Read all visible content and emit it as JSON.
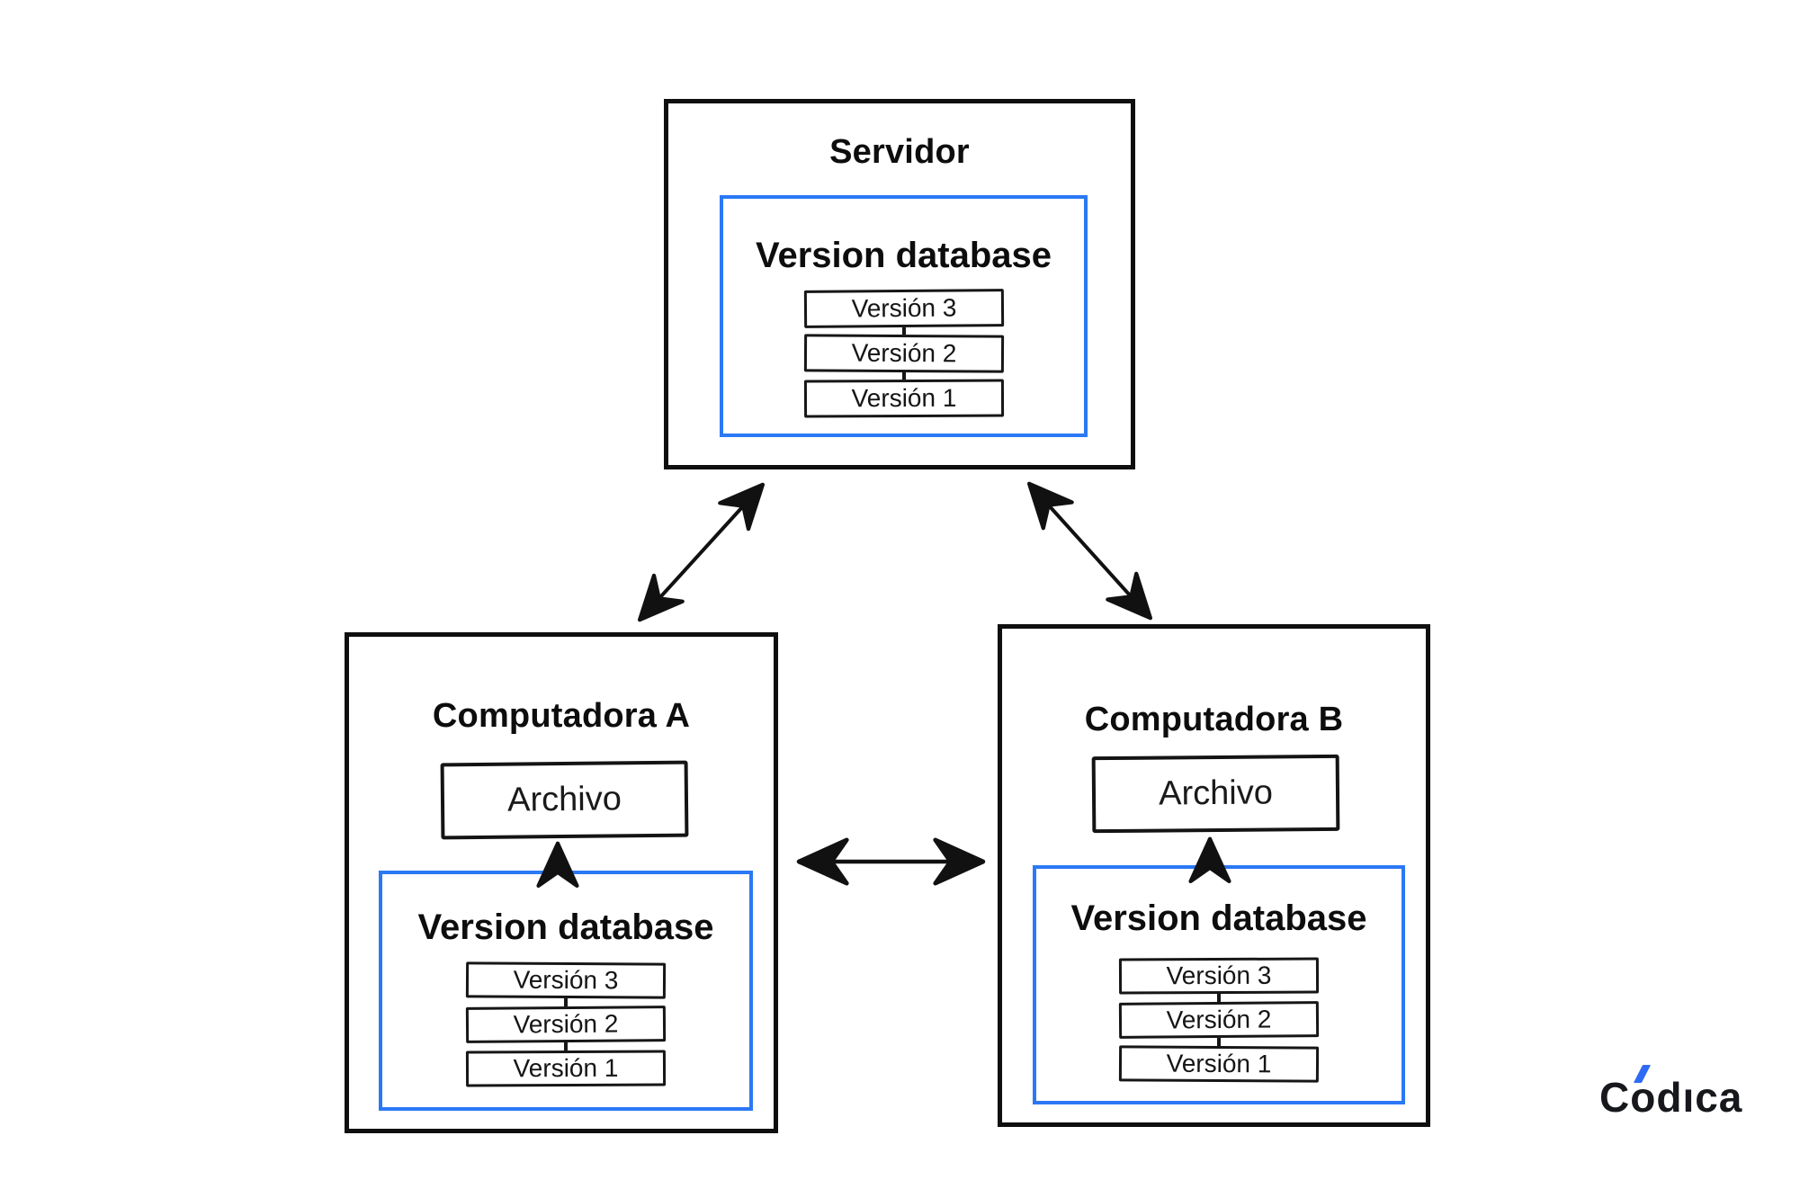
{
  "diagram": {
    "server": {
      "title": "Servidor",
      "database": {
        "heading": "Version database",
        "versions": [
          "Versión 3",
          "Versión 2",
          "Versión 1"
        ]
      }
    },
    "computer_a": {
      "title": "Computadora A",
      "file_label": "Archivo",
      "database": {
        "heading": "Version database",
        "versions": [
          "Versión 3",
          "Versión 2",
          "Versión 1"
        ]
      }
    },
    "computer_b": {
      "title": "Computadora B",
      "file_label": "Archivo",
      "database": {
        "heading": "Version database",
        "versions": [
          "Versión 3",
          "Versión 2",
          "Versión 1"
        ]
      }
    }
  },
  "branding": {
    "logo_text": "Códica",
    "logo_pre": "C",
    "logo_mid": "o",
    "logo_post": "dıca",
    "accent_color": "#2f6bf2"
  },
  "colors": {
    "outline_black": "#0f0f0f",
    "highlight_blue": "#2b78f5"
  }
}
